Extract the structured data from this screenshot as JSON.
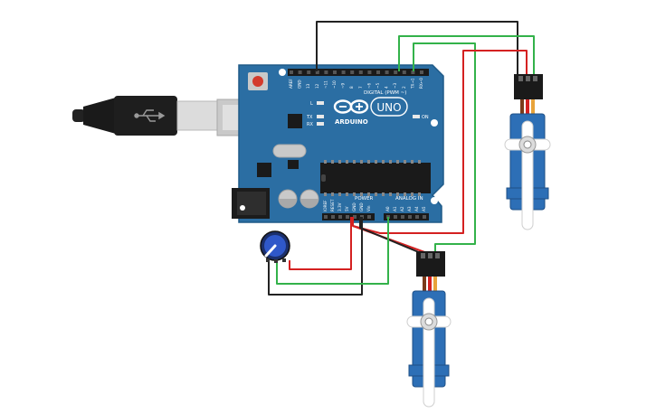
{
  "board": {
    "name": "UNO",
    "brand": "ARDUINO",
    "digital_label": "DIGITAL (PWM ~)",
    "power_label": "POWER",
    "analog_label": "ANALOG IN",
    "on_label": "ON",
    "l_label": "L",
    "tx_label": "TX",
    "rx_label": "RX",
    "digital_pins": [
      "AREF",
      "GND",
      "13",
      "12",
      "~11",
      "~10",
      "~9",
      "8",
      "7",
      "~6",
      "~5",
      "4",
      "~3",
      "2",
      "TX→1",
      "RX←0"
    ],
    "power_pins": [
      "IOREF",
      "RESET",
      "3.3V",
      "5V",
      "GND",
      "GND",
      "Vin"
    ],
    "analog_pins": [
      "A0",
      "A1",
      "A2",
      "A3",
      "A4",
      "A5"
    ]
  },
  "components": {
    "usb_cable": "usb-cable",
    "potentiometer": "potentiometer",
    "servo_top_right": "servo",
    "servo_bottom": "servo"
  },
  "colors": {
    "board": "#2b6ea3",
    "board_dark": "#1f5a88",
    "wire_red": "#d42121",
    "wire_green": "#33b24a",
    "wire_black": "#222222",
    "servo_body": "#2d6fb6"
  }
}
